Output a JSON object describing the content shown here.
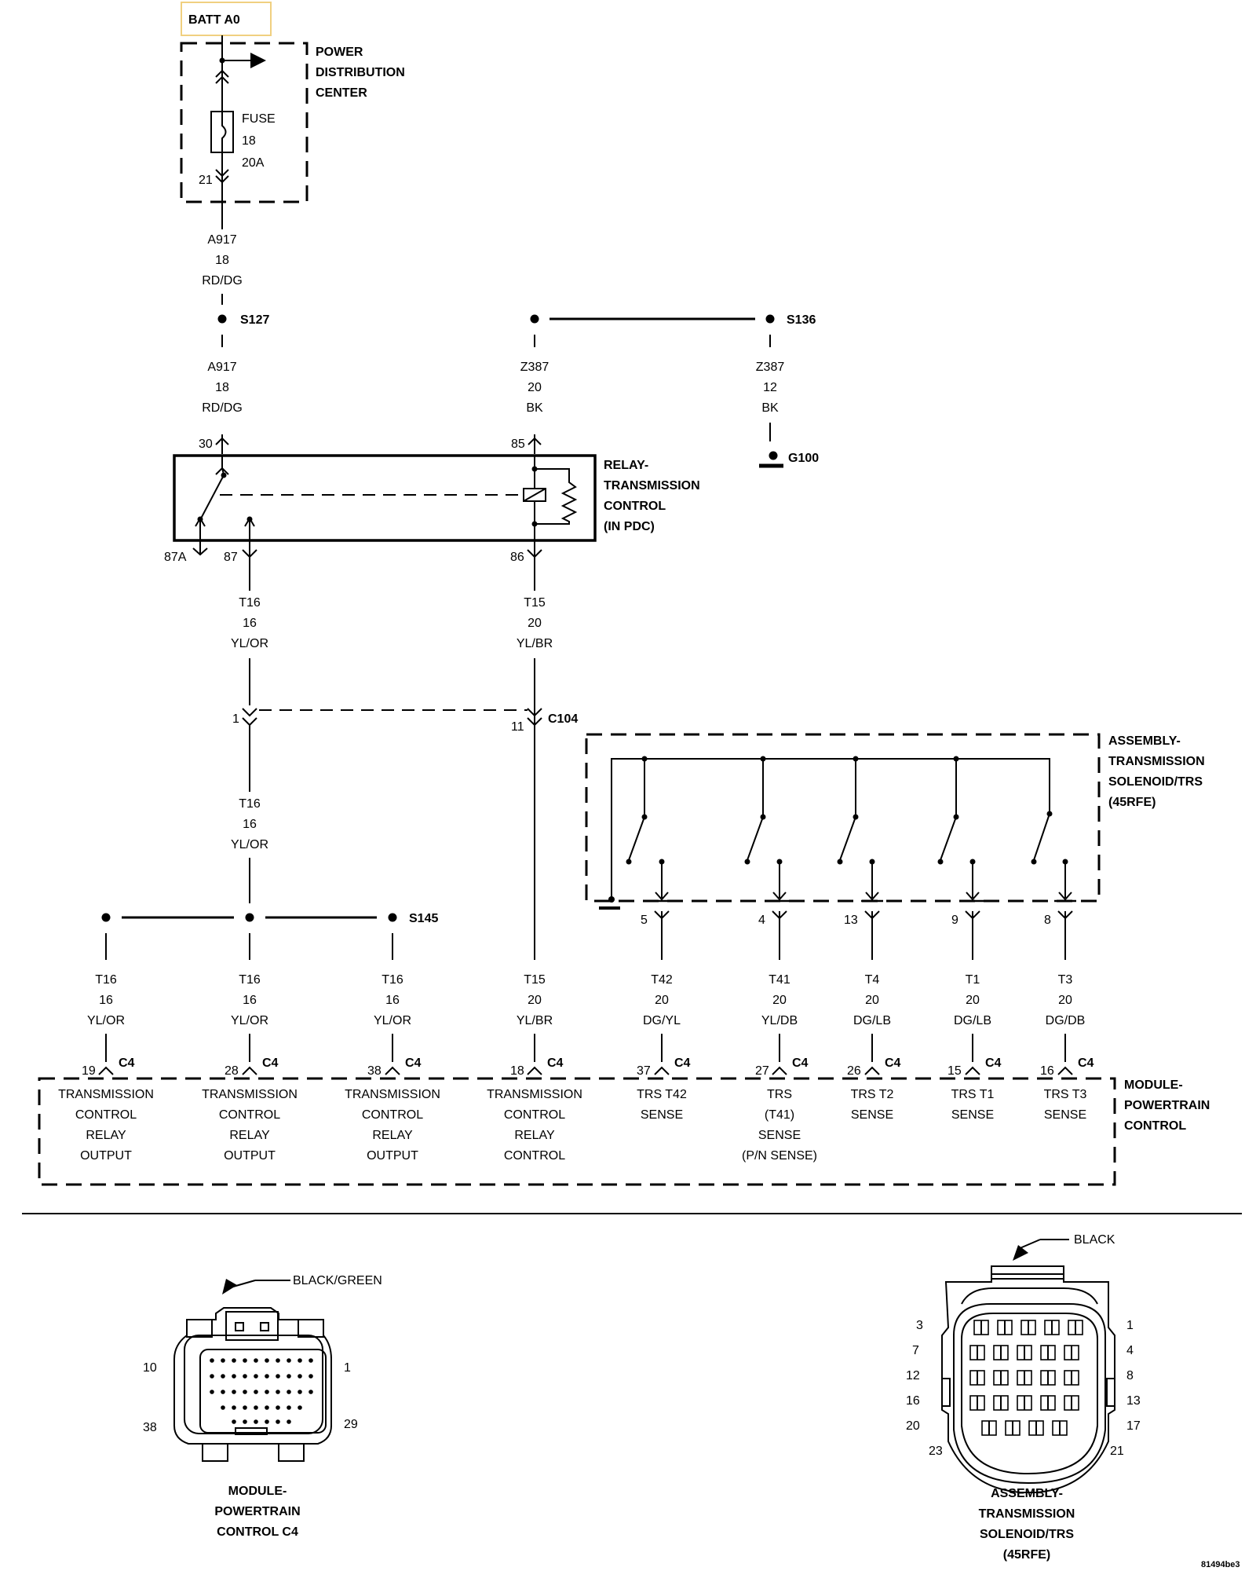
{
  "battery": {
    "label": "BATT A0",
    "highlight_color": "#f0d080"
  },
  "pdc": {
    "title": [
      "POWER",
      "DISTRIBUTION",
      "CENTER"
    ],
    "fuse": [
      "FUSE",
      "18",
      "20A"
    ],
    "cavity": "21"
  },
  "wires": {
    "a917_upper": [
      "A917",
      "18",
      "RD/DG"
    ],
    "a917_lower": [
      "A917",
      "18",
      "RD/DG"
    ],
    "z387_left": [
      "Z387",
      "20",
      "BK"
    ],
    "z387_right": [
      "Z387",
      "12",
      "BK"
    ],
    "t16_a": [
      "T16",
      "16",
      "YL/OR"
    ],
    "t15_a": [
      "T15",
      "20",
      "YL/BR"
    ],
    "t16_b": [
      "T16",
      "16",
      "YL/OR"
    ],
    "t16_c1": [
      "T16",
      "16",
      "YL/OR"
    ],
    "t16_c2": [
      "T16",
      "16",
      "YL/OR"
    ],
    "t16_c3": [
      "T16",
      "16",
      "YL/OR"
    ],
    "t15_b": [
      "T15",
      "20",
      "YL/BR"
    ],
    "t42": [
      "T42",
      "20",
      "DG/YL"
    ],
    "t41": [
      "T41",
      "20",
      "YL/DB"
    ],
    "t4": [
      "T4",
      "20",
      "DG/LB"
    ],
    "t1": [
      "T1",
      "20",
      "DG/LB"
    ],
    "t3": [
      "T3",
      "20",
      "DG/DB"
    ]
  },
  "splices": {
    "s127": "S127",
    "s136": "S136",
    "s145": "S145",
    "g100": "G100"
  },
  "relay": {
    "title": [
      "RELAY-",
      "TRANSMISSION",
      "CONTROL",
      "(IN PDC)"
    ],
    "pins": {
      "p30": "30",
      "p85": "85",
      "p87a": "87A",
      "p87": "87",
      "p86": "86"
    }
  },
  "c104": {
    "name": "C104",
    "pin_left": "1",
    "pin_right": "11"
  },
  "solenoid_assembly": {
    "title": [
      "ASSEMBLY-",
      "TRANSMISSION",
      "SOLENOID/TRS",
      "(45RFE)"
    ],
    "pins": [
      "5",
      "4",
      "13",
      "9",
      "8"
    ]
  },
  "pcm": {
    "title": [
      "MODULE-",
      "POWERTRAIN",
      "CONTROL"
    ],
    "connector": "C4",
    "pins": [
      "19",
      "28",
      "38",
      "18",
      "37",
      "27",
      "26",
      "15",
      "16"
    ],
    "functions": [
      [
        "TRANSMISSION",
        "CONTROL",
        "RELAY",
        "OUTPUT"
      ],
      [
        "TRANSMISSION",
        "CONTROL",
        "RELAY",
        "OUTPUT"
      ],
      [
        "TRANSMISSION",
        "CONTROL",
        "RELAY",
        "OUTPUT"
      ],
      [
        "TRANSMISSION",
        "CONTROL",
        "RELAY",
        "CONTROL"
      ],
      [
        "TRS T42",
        "SENSE"
      ],
      [
        "TRS",
        "(T41)",
        "SENSE",
        "(P/N SENSE)"
      ],
      [
        "TRS T2",
        "SENSE"
      ],
      [
        "TRS T1",
        "SENSE"
      ],
      [
        "TRS T3",
        "SENSE"
      ]
    ]
  },
  "connector_c4": {
    "color": "BLACK/GREEN",
    "pin_labels": {
      "top_left": "10",
      "top_right": "1",
      "bottom_left": "38",
      "bottom_right": "29"
    },
    "title": [
      "MODULE-",
      "POWERTRAIN",
      "CONTROL C4"
    ]
  },
  "connector_trs": {
    "color": "BLACK",
    "left_pins": [
      "3",
      "7",
      "12",
      "16",
      "20",
      "23"
    ],
    "right_pins": [
      "1",
      "4",
      "8",
      "13",
      "17",
      "21"
    ],
    "title": [
      "ASSEMBLY-",
      "TRANSMISSION",
      "SOLENOID/TRS",
      "(45RFE)"
    ]
  },
  "figure_id": "81494be3"
}
